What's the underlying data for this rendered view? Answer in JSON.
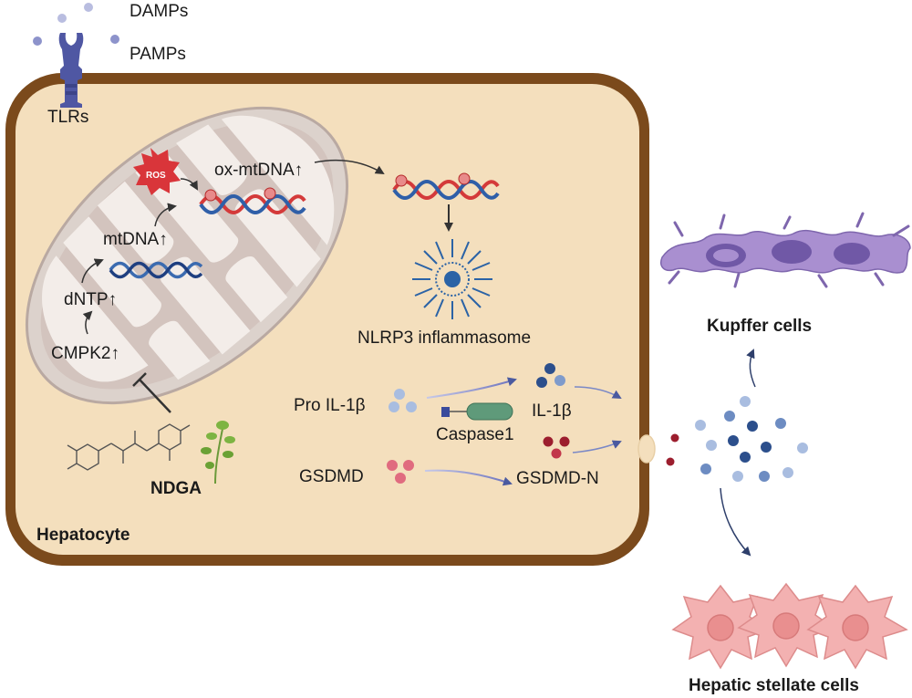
{
  "labels": {
    "damps": "DAMPs",
    "pamps": "PAMPs",
    "tlrs": "TLRs",
    "ros": "ROS",
    "ox_mtdna": "ox-mtDNA↑",
    "mtdna": "mtDNA↑",
    "dntp": "dNTP↑",
    "cmpk2": "CMPK2↑",
    "nlrp3": "NLRP3 inflammasome",
    "pro_il1b": "Pro IL-1β",
    "caspase1": "Caspase1",
    "il1b": "IL-1β",
    "gsdmd": "GSDMD",
    "gsdmd_n": "GSDMD-N",
    "ndga": "NDGA",
    "hepatocyte": "Hepatocyte",
    "kupffer": "Kupffer cells",
    "stellate": "Hepatic stellate cells"
  },
  "colors": {
    "cell_membrane": "#7b4a1c",
    "cytoplasm": "#f4dfbd",
    "mitochondria_outer": "#dcd2cc",
    "mitochondria_cristae": "#f3ede9",
    "dna_red": "#d43a3a",
    "dna_blue": "#2f5fa8",
    "ros": "#d9353a",
    "receptor": "#4f57a3",
    "kupffer": "#a98fd0",
    "stellate": "#f3b1b1",
    "il1b_dark": "#2c4f8c",
    "pro_il1b": "#a9bde0",
    "gsdmd": "#e06b7f",
    "gsdmd_n": "#9c1e2e",
    "caspase": "#5f9a7a"
  },
  "icons": [
    "tlr-receptor-icon",
    "ros-burst-icon",
    "dna-helix-icon",
    "nlrp3-inflammasome-icon",
    "caspase1-icon",
    "ndga-molecule-icon",
    "plant-sprout-icon",
    "kupffer-cell-icon",
    "stellate-cell-icon"
  ]
}
